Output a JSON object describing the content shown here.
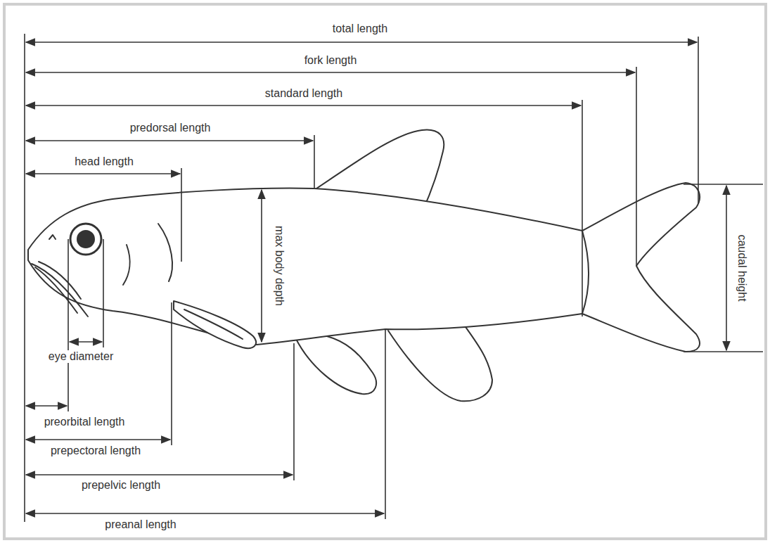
{
  "diagram": {
    "labels": [
      "total length",
      "fork length",
      "standard length",
      "predorsal length",
      "head length",
      "max body depth",
      "caudal height",
      "eye diameter",
      "preorbital length",
      "prepectoral length",
      "prepelvic length",
      "preanal length"
    ]
  }
}
